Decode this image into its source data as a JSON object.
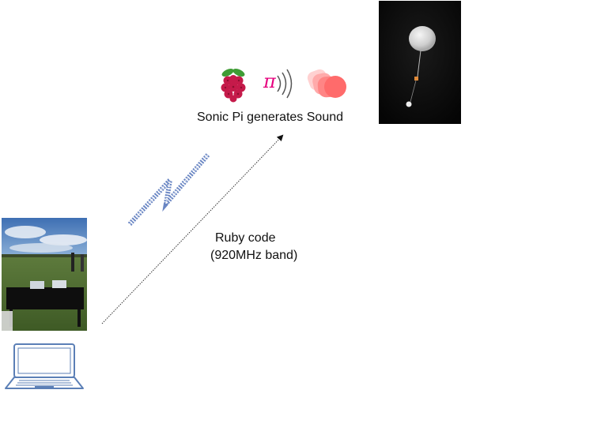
{
  "diagram": {
    "top_caption": "Sonic Pi generates Sound",
    "link_caption_line1": "Ruby code",
    "link_caption_line2": "(920MHz band)",
    "pi_symbol": "π",
    "colors": {
      "raspberry_red": "#c51a4a",
      "raspberry_leaf": "#3f9c35",
      "pi_pink": "#e6007e",
      "sound_coral": "#ff6b6b",
      "laptop_blue": "#5b7fb6",
      "lightning_blue": "#6a86c3"
    },
    "icons": {
      "raspberry": "raspberry-pi-icon",
      "sonic_pi": "sonic-pi-icon",
      "sound": "sound-wave-icon",
      "laptop": "laptop-icon",
      "lightning": "wireless-lightning-icon"
    }
  }
}
